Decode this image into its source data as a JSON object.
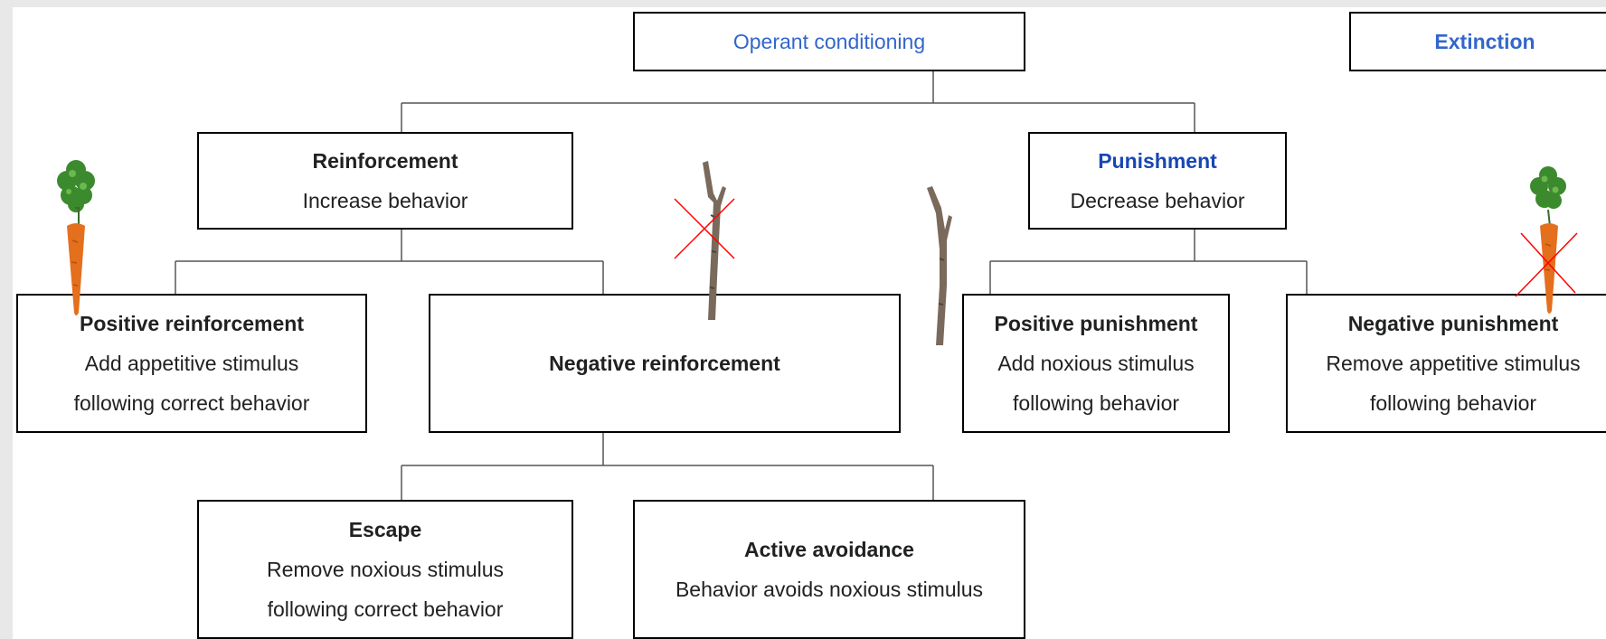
{
  "diagram": {
    "root": {
      "title": "Operant conditioning"
    },
    "extinction": {
      "title": "Extinction"
    },
    "reinforcement": {
      "title": "Reinforcement",
      "desc": "Increase behavior"
    },
    "punishment": {
      "title": "Punishment",
      "desc": "Decrease behavior"
    },
    "positive_reinforcement": {
      "title": "Positive reinforcement",
      "line1": "Add appetitive stimulus",
      "line2": "following correct behavior"
    },
    "negative_reinforcement": {
      "title": "Negative reinforcement"
    },
    "positive_punishment": {
      "title": "Positive punishment",
      "line1": "Add noxious stimulus",
      "line2": "following behavior"
    },
    "negative_punishment": {
      "title": "Negative punishment",
      "line1": "Remove appetitive stimulus",
      "line2": "following behavior"
    },
    "escape": {
      "title": "Escape",
      "line1": "Remove noxious stimulus",
      "line2": "following correct behavior"
    },
    "active_avoidance": {
      "title": "Active avoidance",
      "line1": "Behavior avoids noxious stimulus"
    }
  },
  "colors": {
    "link": "#3366cc",
    "punishment_title": "#1846b5",
    "cross_mark": "#ff0000",
    "carrot": "#e46f1c",
    "leaves": "#3c8a2e",
    "stick": "#7a6a5c"
  },
  "icons": [
    "carrot-icon",
    "stick-icon",
    "red-x-icon"
  ]
}
